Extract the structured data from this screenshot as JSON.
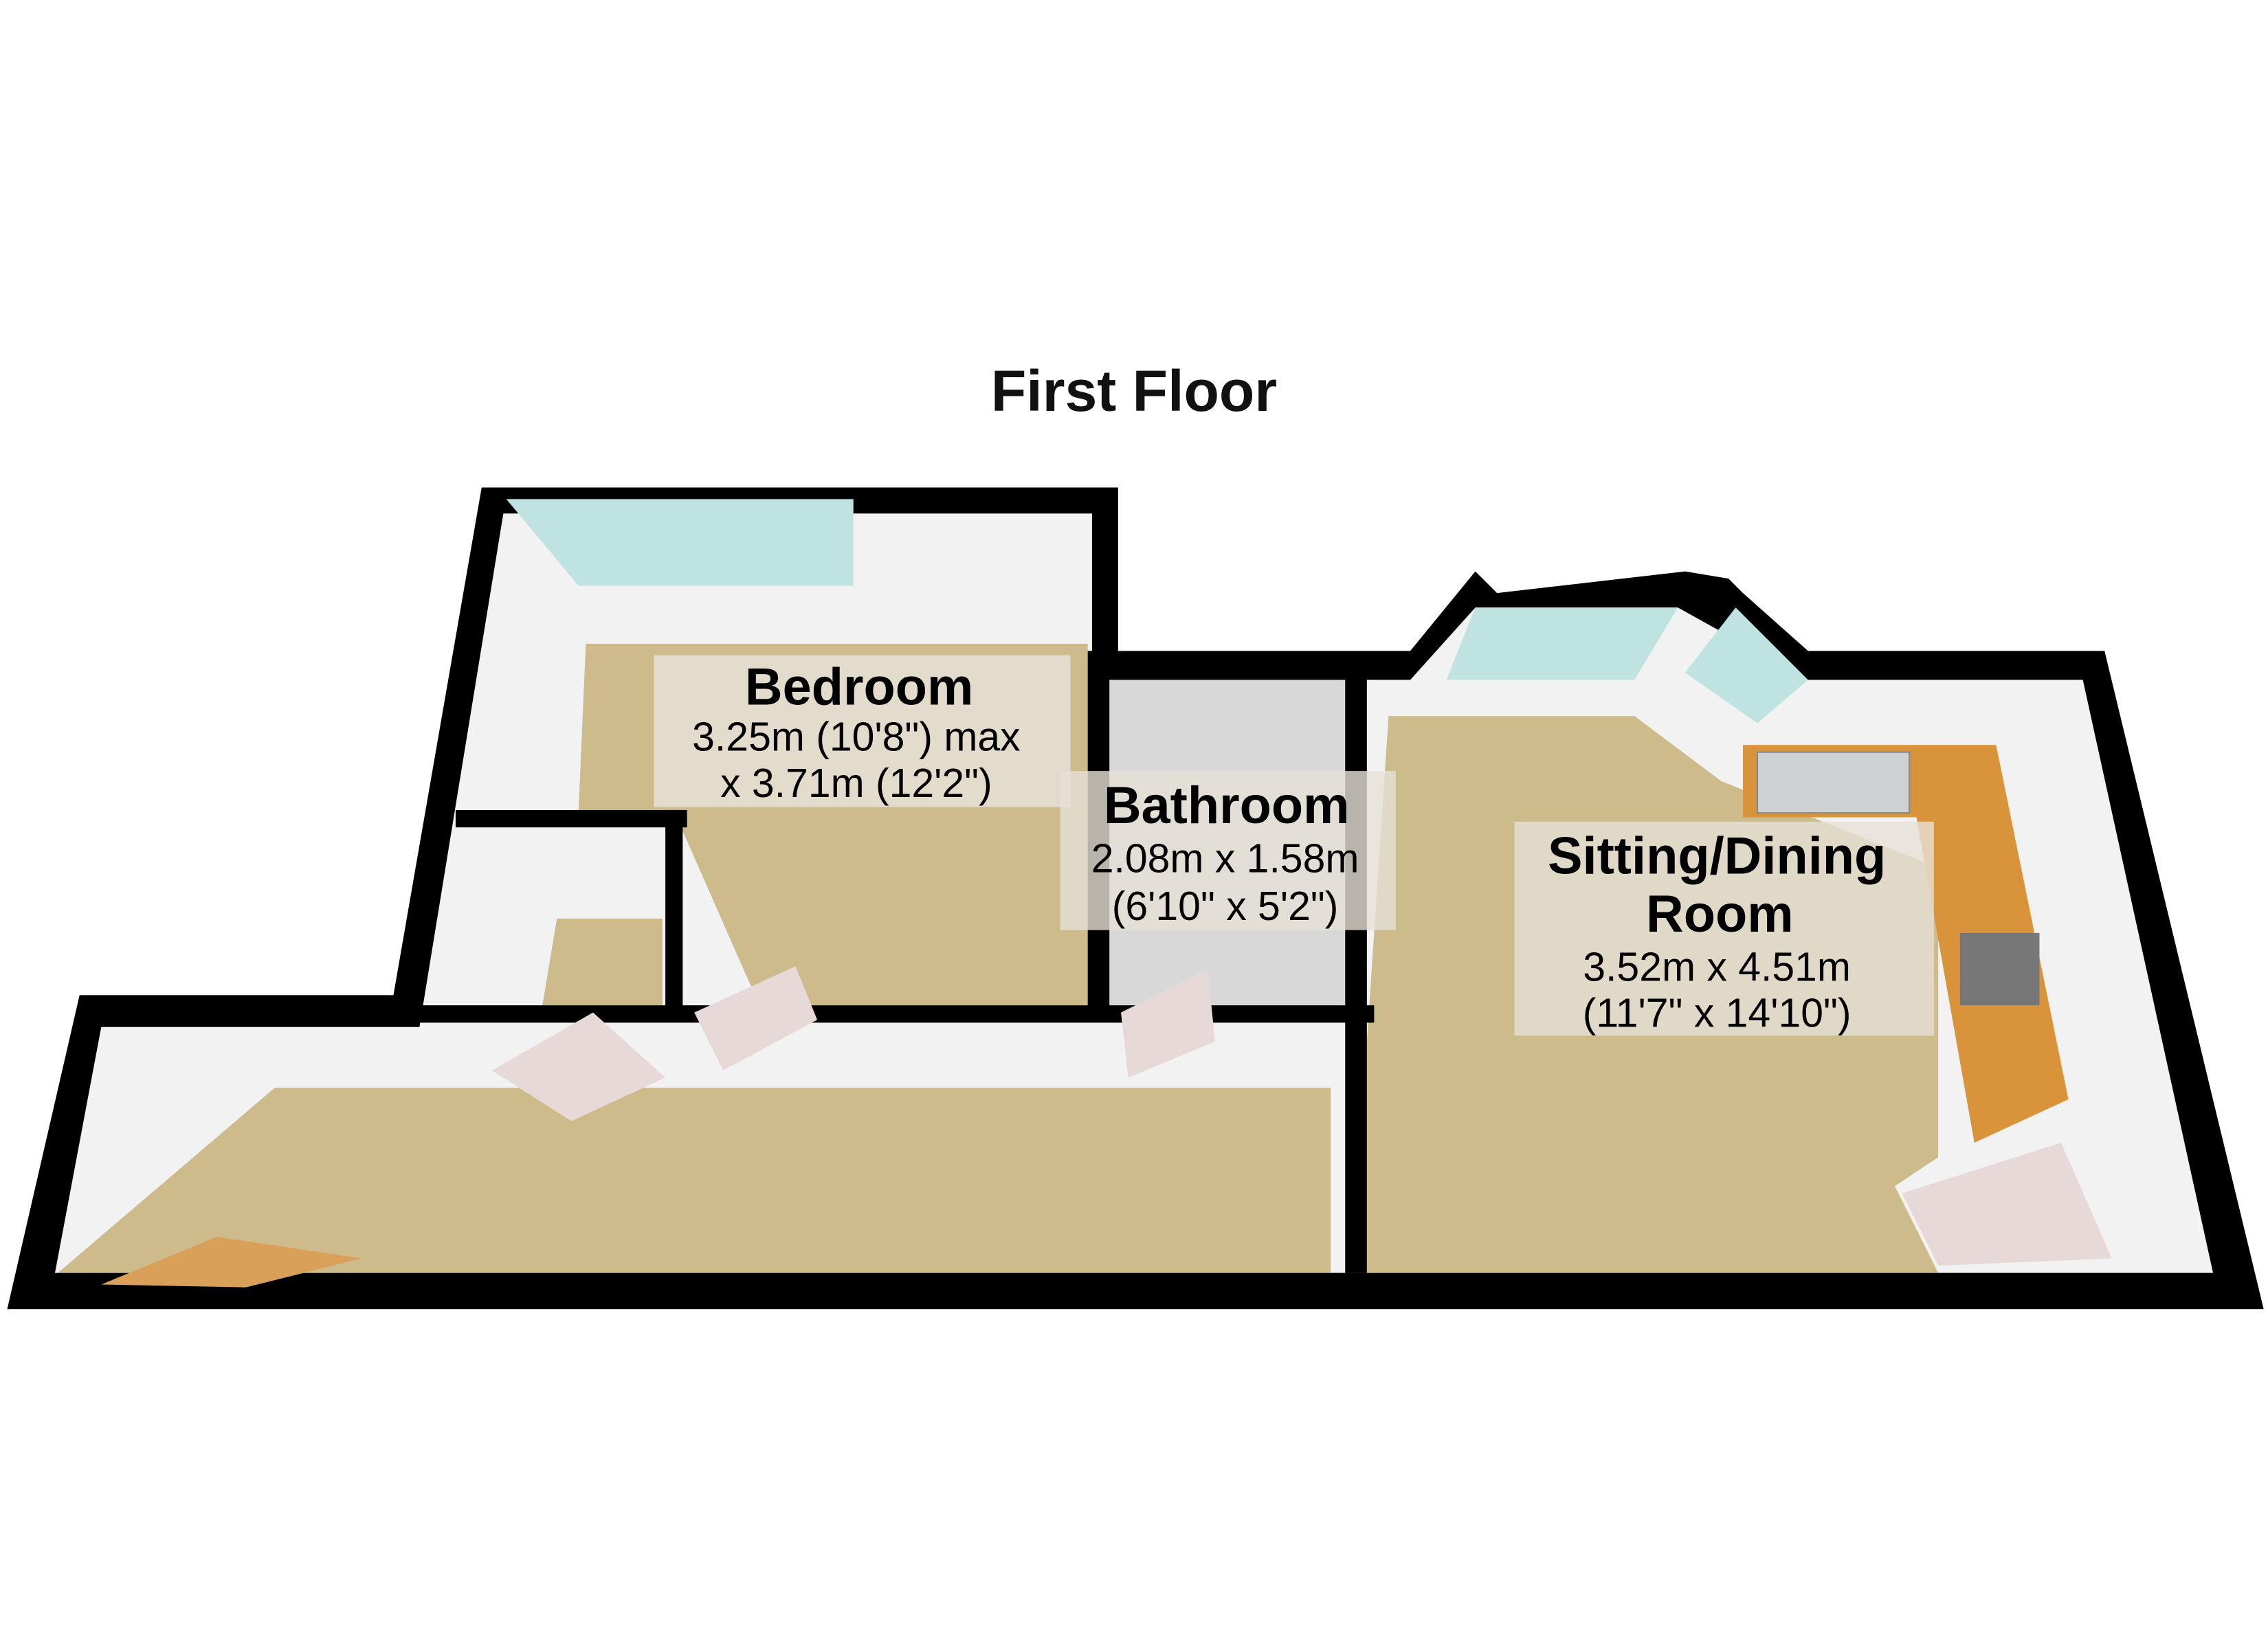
{
  "floor_title": "First Floor",
  "rooms": [
    {
      "name": "Bedroom",
      "dim_line1": "3.25m (10'8\") max",
      "dim_line2": "x 3.71m (12'2\")"
    },
    {
      "name": "Bathroom",
      "dim_line1": "2.08m x 1.58m",
      "dim_line2": "(6'10\" x 5'2\")"
    },
    {
      "name_line1": "Sitting/Dining",
      "name_line2": "Room",
      "dim_line1": "3.52m x 4.51m",
      "dim_line2": "(11'7\" x 14'10\")"
    }
  ],
  "colors": {
    "wall": "#000000",
    "floor": "#cdbb8c",
    "inner_wall": "#f2f2f2",
    "window": "#bfe3e0",
    "worktop": "#d9933a",
    "label_bg": "#e6e1d6"
  }
}
